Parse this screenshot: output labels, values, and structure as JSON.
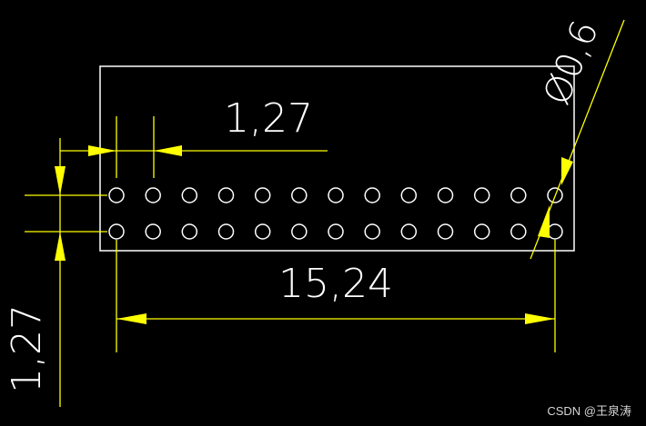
{
  "colors": {
    "background": "#000000",
    "outline": "#ffffff",
    "dimension": "#ffff00"
  },
  "drawing": {
    "pad_columns": 13,
    "pad_rows": 2,
    "dimensions": {
      "pitch_horizontal": "1,27",
      "span": "15,24",
      "pitch_vertical": "1,27",
      "pad_diameter": "Ø0,6"
    }
  },
  "watermark": "CSDN @王泉涛"
}
